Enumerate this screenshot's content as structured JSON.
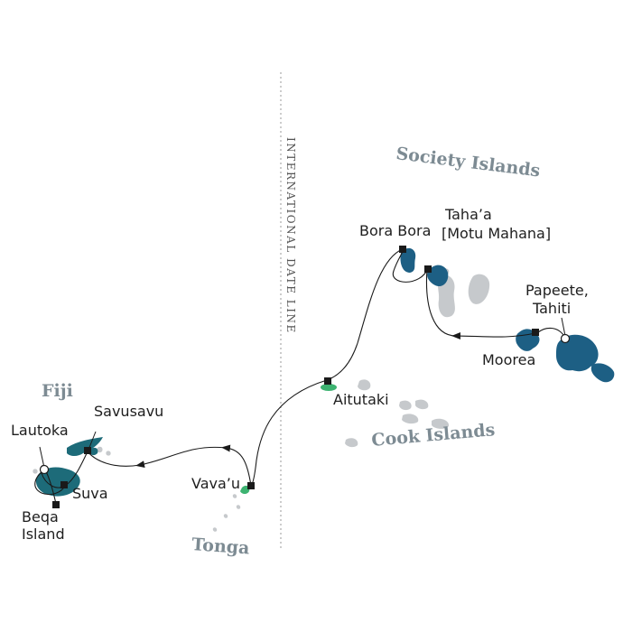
{
  "map": {
    "dateline_label": "INTERNATIONAL DATE LINE",
    "group_labels": {
      "society": "Society Islands",
      "cook": "Cook Islands",
      "fiji": "Fiji",
      "tonga": "Tonga"
    },
    "ports": {
      "bora_bora": "Bora Bora",
      "tahaa_line1": "Taha’a",
      "tahaa_line2": "[Motu Mahana]",
      "papeete_line1": "Papeete,",
      "papeete_line2": "Tahiti",
      "moorea": "Moorea",
      "aitutaki": "Aitutaki",
      "vavau": "Vava’u",
      "savusavu": "Savusavu",
      "lautoka": "Lautoka",
      "suva": "Suva",
      "beqa_line1": "Beqa",
      "beqa_line2": "Island"
    },
    "colors": {
      "route": "#1a1a1a",
      "fiji_islands": "#1d6b79",
      "society_islands": "#1d5f84",
      "other_islands": "#c6c9cc",
      "aitutaki_highlight": "#3db371",
      "group_label": "#7d8b93"
    }
  }
}
